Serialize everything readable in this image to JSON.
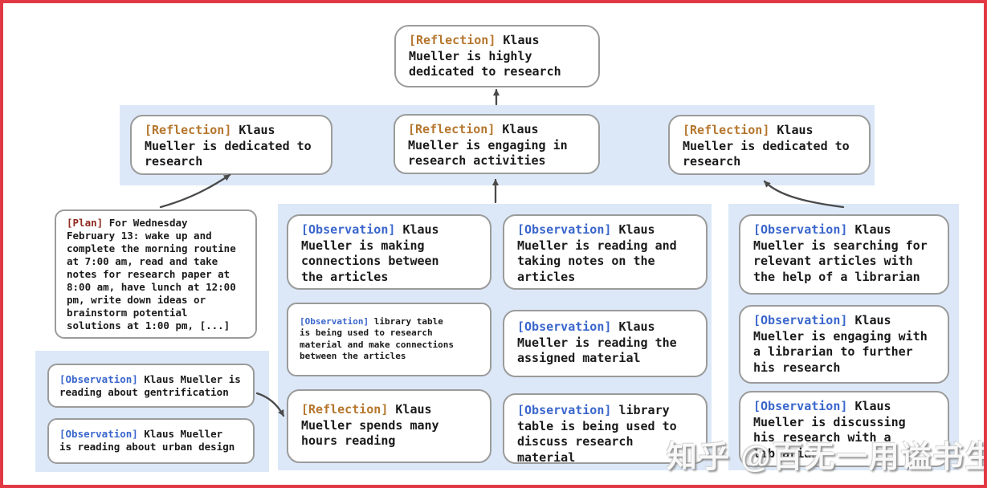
{
  "colors": {
    "frame_border": "#e23843",
    "panel_bg": "#dce8f7",
    "node_border": "#9b9b9b",
    "reflection_tag": "#b5762d",
    "observation_tag": "#3a66cc",
    "plan_tag": "#8f2a1f",
    "arrow": "#4a4a4a"
  },
  "nodes": {
    "top_reflection": {
      "tag": "[Reflection]",
      "text": "Klaus\nMueller is highly\ndedicated to research"
    },
    "band_left": {
      "tag": "[Reflection]",
      "text": "Klaus\nMueller is dedicated to\nresearch"
    },
    "band_center": {
      "tag": "[Reflection]",
      "text": "Klaus\nMueller is engaging in\nresearch activities"
    },
    "band_right": {
      "tag": "[Reflection]",
      "text": "Klaus\nMueller is dedicated to\nresearch"
    },
    "plan": {
      "tag": "[Plan]",
      "text": "For Wednesday\nFebruary 13: wake up and\ncomplete the morning routine\nat 7:00 am, read and take\nnotes for research paper at\n8:00 am, have lunch at 12:00\npm, write down ideas or\nbrainstorm potential\nsolutions at 1:00 pm, [...]"
    },
    "left_obs_1": {
      "tag": "[Observation]",
      "text": "Klaus Mueller is\nreading about gentrification"
    },
    "left_obs_2": {
      "tag": "[Observation]",
      "text": "Klaus Mueller\nis reading about urban design"
    },
    "mid_obs_connections": {
      "tag": "[Observation]",
      "text": "Klaus\nMueller is making\nconnections between\nthe articles"
    },
    "mid_obs_library_research": {
      "tag": "[Observation]",
      "text": "library table\nis being used to research\nmaterial and make connections\nbetween the articles"
    },
    "mid_reflection_hours": {
      "tag": "[Reflection]",
      "text": "Klaus\nMueller spends many\nhours reading"
    },
    "mid_obs_notes": {
      "tag": "[Observation]",
      "text": "Klaus\nMueller is reading and\ntaking notes on the\narticles"
    },
    "mid_obs_assigned": {
      "tag": "[Observation]",
      "text": "Klaus\nMueller is reading the\nassigned material"
    },
    "mid_obs_library_discuss": {
      "tag": "[Observation]",
      "text": "library\ntable is being used to\ndiscuss research material"
    },
    "right_obs_searching": {
      "tag": "[Observation]",
      "text": "Klaus\nMueller is searching for\nrelevant articles with\nthe help of a librarian"
    },
    "right_obs_engaging": {
      "tag": "[Observation]",
      "text": "Klaus\nMueller is engaging with\na librarian to further\nhis research"
    },
    "right_obs_discussing": {
      "tag": "[Observation]",
      "text": "Klaus\nMueller is discussing\nhis research with a\nlibrarian"
    }
  },
  "edges": [
    {
      "from": "band_center",
      "to": "top_reflection"
    },
    {
      "from": "plan",
      "to": "band_left"
    },
    {
      "from": "middle-observations-panel",
      "to": "band_center"
    },
    {
      "from": "right-observations-panel",
      "to": "band_right"
    },
    {
      "from": "left-observations-panel",
      "to": "mid_reflection_hours"
    }
  ],
  "watermark": {
    "text": "知乎 @百无一用谥书生"
  }
}
